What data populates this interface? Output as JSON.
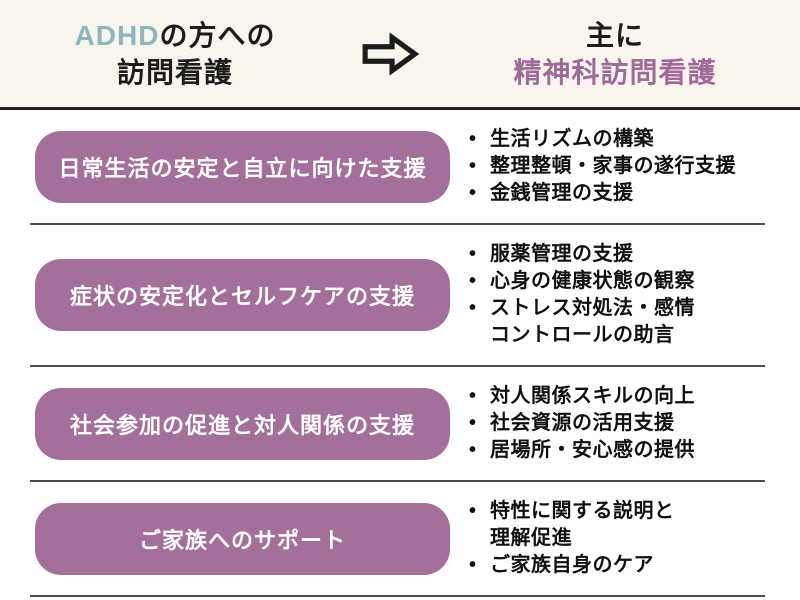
{
  "header": {
    "left_title": {
      "highlight": "ADHD",
      "rest": "の方への",
      "line2": "訪問看護"
    },
    "arrow_icon": "right-arrow",
    "right_title": {
      "line1": "主に",
      "line2": "精神科訪問看護"
    }
  },
  "colors": {
    "header_background": "#faf5ec",
    "header_border": "#1f1f1f",
    "accent_teal": "#8cb7bd",
    "accent_purple": "#a06b9a",
    "pill_background": "#a56f9b",
    "pill_text": "#ffffff",
    "bullet_text": "#111111",
    "divider": "#4d4d4d"
  },
  "rows": [
    {
      "label": "日常生活の安定と自立に向けた支援",
      "bullets": [
        "生活リズムの構築",
        "整理整頓・家事の遂行支援",
        "金銭管理の支援"
      ]
    },
    {
      "label": "症状の安定化とセルフケアの支援",
      "bullets": [
        "服薬管理の支援",
        "心身の健康状態の観察",
        "ストレス対処法・感情\nコントロールの助言"
      ]
    },
    {
      "label": "社会参加の促進と対人関係の支援",
      "bullets": [
        "対人関係スキルの向上",
        "社会資源の活用支援",
        "居場所・安心感の提供"
      ]
    },
    {
      "label": "ご家族へのサポート",
      "bullets": [
        "特性に関する説明と\n理解促進",
        "ご家族自身のケア"
      ]
    }
  ]
}
